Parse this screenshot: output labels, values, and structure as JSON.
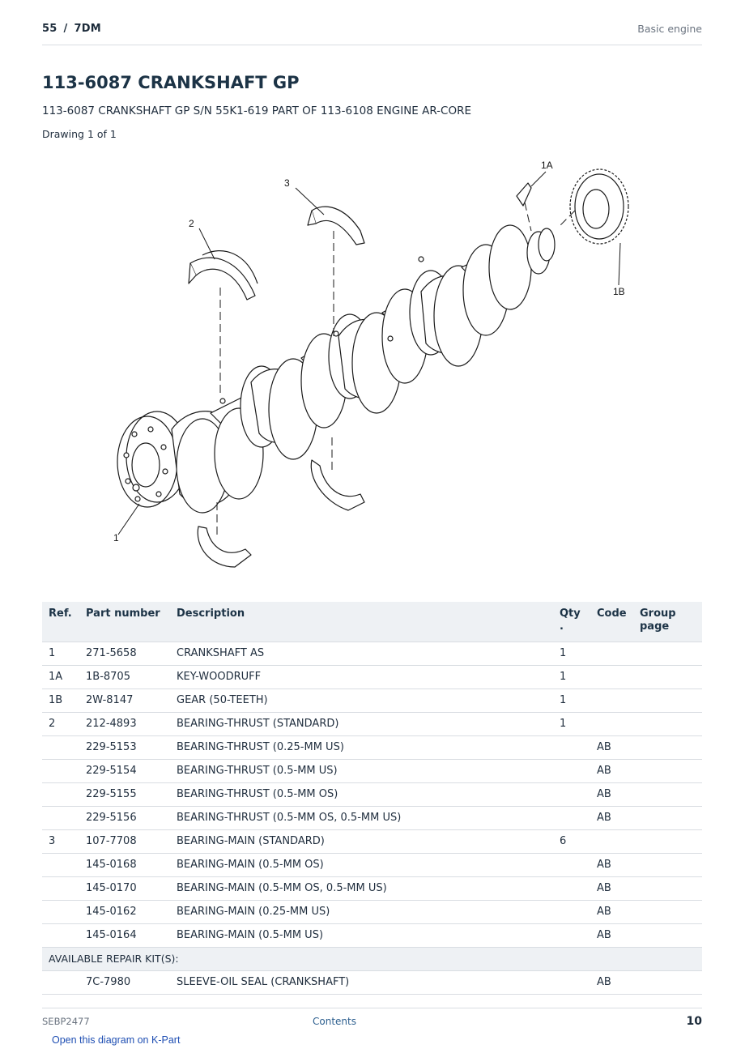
{
  "header": {
    "page_ref": "55",
    "separator": "/",
    "model": "7DM",
    "section": "Basic engine"
  },
  "title": "113-6087 CRANKSHAFT GP",
  "subtitle": "113-6087 CRANKSHAFT GP S/N 55K1-619 PART OF 113-6108 ENGINE AR-CORE",
  "drawing_note": "Drawing 1 of 1",
  "diagram": {
    "callouts": {
      "c1": "1",
      "c1a": "1A",
      "c1b": "1B",
      "c2": "2",
      "c3": "3"
    }
  },
  "table": {
    "headers": {
      "ref": "Ref.",
      "part_number": "Part number",
      "description": "Description",
      "qty": "Qty\n.",
      "code": "Code",
      "group_page": "Group\npage"
    },
    "rows": [
      {
        "ref": "1",
        "part_number": "271-5658",
        "description": "CRANKSHAFT AS",
        "qty": "1",
        "code": ""
      },
      {
        "ref": "1A",
        "part_number": "1B-8705",
        "description": "KEY-WOODRUFF",
        "qty": "1",
        "code": ""
      },
      {
        "ref": "1B",
        "part_number": "2W-8147",
        "description": "GEAR (50-TEETH)",
        "qty": "1",
        "code": ""
      },
      {
        "ref": "2",
        "part_number": "212-4893",
        "description": "BEARING-THRUST (STANDARD)",
        "qty": "1",
        "code": ""
      },
      {
        "ref": "",
        "part_number": "229-5153",
        "description": "BEARING-THRUST (0.25-MM US)",
        "qty": "",
        "code": "AB"
      },
      {
        "ref": "",
        "part_number": "229-5154",
        "description": "BEARING-THRUST (0.5-MM US)",
        "qty": "",
        "code": "AB"
      },
      {
        "ref": "",
        "part_number": "229-5155",
        "description": "BEARING-THRUST (0.5-MM OS)",
        "qty": "",
        "code": "AB"
      },
      {
        "ref": "",
        "part_number": "229-5156",
        "description": "BEARING-THRUST (0.5-MM OS, 0.5-MM US)",
        "qty": "",
        "code": "AB"
      },
      {
        "ref": "3",
        "part_number": "107-7708",
        "description": "BEARING-MAIN (STANDARD)",
        "qty": "6",
        "code": ""
      },
      {
        "ref": "",
        "part_number": "145-0168",
        "description": "BEARING-MAIN (0.5-MM OS)",
        "qty": "",
        "code": "AB"
      },
      {
        "ref": "",
        "part_number": "145-0170",
        "description": "BEARING-MAIN (0.5-MM OS, 0.5-MM US)",
        "qty": "",
        "code": "AB"
      },
      {
        "ref": "",
        "part_number": "145-0162",
        "description": "BEARING-MAIN (0.25-MM US)",
        "qty": "",
        "code": "AB"
      },
      {
        "ref": "",
        "part_number": "145-0164",
        "description": "BEARING-MAIN (0.5-MM US)",
        "qty": "",
        "code": "AB"
      }
    ],
    "kit_label": "AVAILABLE REPAIR KIT(S):",
    "kit_rows": [
      {
        "ref": "",
        "part_number": "7C-7980",
        "description": "SLEEVE-OIL SEAL (CRANKSHAFT)",
        "qty": "",
        "code": "AB"
      }
    ]
  },
  "footer": {
    "doc_id": "SEBP2477",
    "contents_link": "Contents",
    "page_number": "10"
  },
  "kpart_link": "Open this diagram on K-Part"
}
